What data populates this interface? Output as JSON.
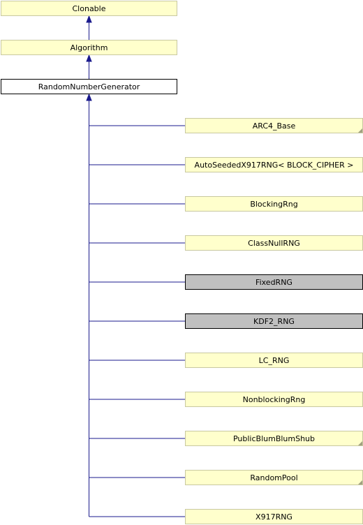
{
  "colors": {
    "documented_fill": "#ffffcc",
    "documented_border": "#c8c8a0",
    "undocumented_fill": "#c0c0c0",
    "undocumented_border": "#000000",
    "edge": "#1a1a8c",
    "background": "#ffffff"
  },
  "ancestors": [
    {
      "label": "Clonable",
      "fill": "documented"
    },
    {
      "label": "Algorithm",
      "fill": "documented"
    },
    {
      "label": "RandomNumberGenerator",
      "fill": "focus"
    }
  ],
  "children": [
    {
      "label": "ARC4_Base",
      "fill": "documented",
      "truncated": true
    },
    {
      "label": "AutoSeededX917RNG< BLOCK_CIPHER >",
      "fill": "documented",
      "truncated": false
    },
    {
      "label": "BlockingRng",
      "fill": "documented",
      "truncated": false
    },
    {
      "label": "ClassNullRNG",
      "fill": "documented",
      "truncated": false
    },
    {
      "label": "FixedRNG",
      "fill": "undocumented",
      "truncated": false
    },
    {
      "label": "KDF2_RNG",
      "fill": "undocumented",
      "truncated": false
    },
    {
      "label": "LC_RNG",
      "fill": "documented",
      "truncated": false
    },
    {
      "label": "NonblockingRng",
      "fill": "documented",
      "truncated": false
    },
    {
      "label": "PublicBlumBlumShub",
      "fill": "documented",
      "truncated": true
    },
    {
      "label": "RandomPool",
      "fill": "documented",
      "truncated": true
    },
    {
      "label": "X917RNG",
      "fill": "documented",
      "truncated": false
    }
  ]
}
